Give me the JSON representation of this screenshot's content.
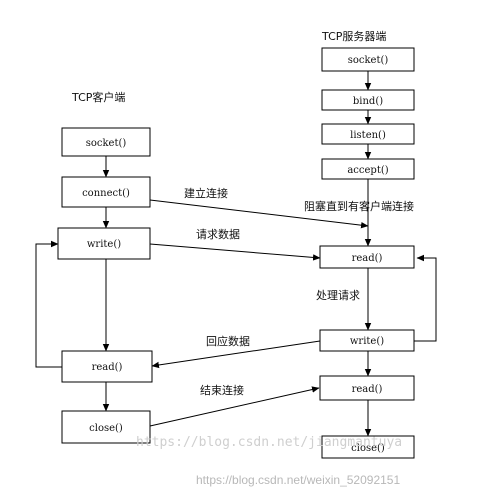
{
  "client": {
    "title": "TCP客户端",
    "socket": "socket()",
    "connect": "connect()",
    "write": "write()",
    "read": "read()",
    "close": "close()"
  },
  "server": {
    "title": "TCP服务器端",
    "socket": "socket()",
    "bind": "bind()",
    "listen": "listen()",
    "accept": "accept()",
    "read": "read()",
    "write": "write()",
    "read2": "read()",
    "close": "close()"
  },
  "labels": {
    "establish": "建立连接",
    "block": "阻塞直到有客户端连接",
    "request": "请求数据",
    "process": "处理请求",
    "response": "回应数据",
    "end": "结束连接"
  },
  "watermarks": {
    "blog": "https://blog.csdn.net/jiangmantuya",
    "url": "https://blog.csdn.net/weixin_52092151"
  }
}
